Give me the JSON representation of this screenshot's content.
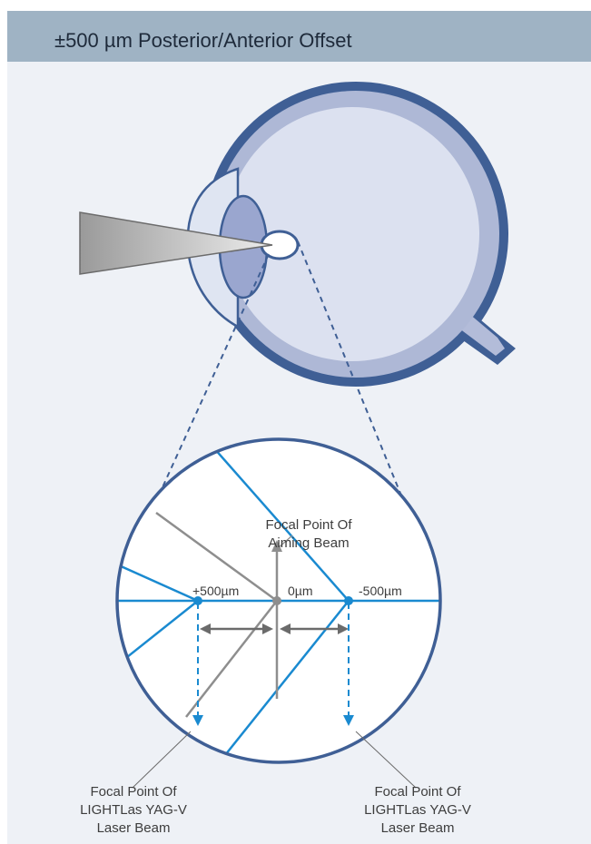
{
  "header": {
    "title": "±500 µm Posterior/Anterior Offset"
  },
  "labels": {
    "aiming_line1": "Focal Point Of",
    "aiming_line2": "Aiming Beam",
    "plus": "+500µm",
    "zero": "0µm",
    "minus": "-500µm",
    "left_line1": "Focal Point Of",
    "left_line2": "LIGHTLas YAG-V",
    "left_line3": "Laser Beam",
    "right_line1": "Focal Point Of",
    "right_line2": "LIGHTLas YAG-V",
    "right_line3": "Laser Beam"
  },
  "colors": {
    "header_bg": "#9fb3c4",
    "panel_bg": "#eef1f6",
    "eye_outline": "#3f5f95",
    "laser_blue": "#1a8ad0",
    "aiming_gray": "#8e8e8e"
  }
}
